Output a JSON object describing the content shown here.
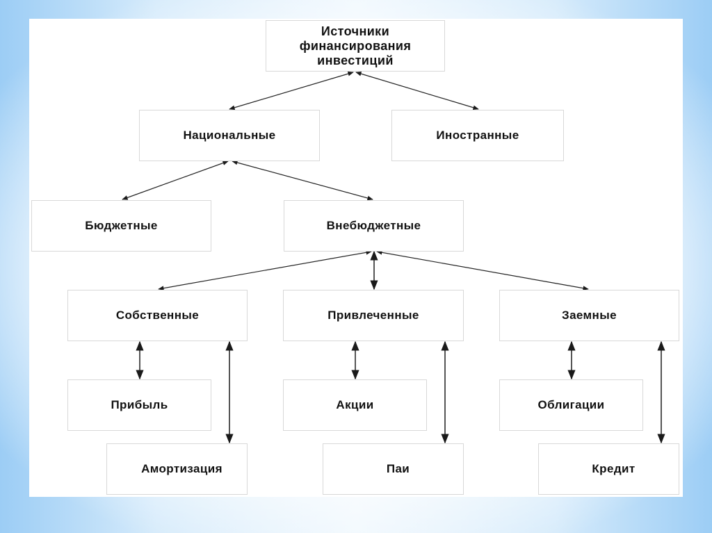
{
  "diagram": {
    "title": "Источники финансирования инвестиций",
    "nodes": {
      "root": {
        "lines": [
          "Источники",
          "финансирования",
          "инвестиций"
        ]
      },
      "national": "Национальные",
      "foreign": "Иностранные",
      "budget": "Бюджетные",
      "extrabudget": "Внебюджетные",
      "own": "Собственные",
      "attracted": "Привлеченные",
      "borrowed": "Заемные",
      "profit": "Прибыль",
      "depreciation": "Амортизация",
      "shares": "Акции",
      "units": "Паи",
      "bonds": "Облигации",
      "credit": "Кредит"
    },
    "edges": [
      {
        "from": "root",
        "to": "national",
        "type": "bidirectional"
      },
      {
        "from": "root",
        "to": "foreign",
        "type": "bidirectional"
      },
      {
        "from": "national",
        "to": "budget",
        "type": "bidirectional"
      },
      {
        "from": "national",
        "to": "extrabudget",
        "type": "bidirectional"
      },
      {
        "from": "extrabudget",
        "to": "own",
        "type": "bidirectional"
      },
      {
        "from": "extrabudget",
        "to": "attracted",
        "type": "bidirectional"
      },
      {
        "from": "extrabudget",
        "to": "borrowed",
        "type": "bidirectional"
      },
      {
        "from": "own",
        "to": "profit",
        "type": "bidirectional"
      },
      {
        "from": "own",
        "to": "depreciation",
        "type": "bidirectional"
      },
      {
        "from": "attracted",
        "to": "shares",
        "type": "bidirectional"
      },
      {
        "from": "attracted",
        "to": "units",
        "type": "bidirectional"
      },
      {
        "from": "borrowed",
        "to": "bonds",
        "type": "bidirectional"
      },
      {
        "from": "borrowed",
        "to": "credit",
        "type": "bidirectional"
      }
    ],
    "colors": {
      "background_edge": "#9ccdf5",
      "node_border": "#d8d8d8",
      "text": "#111111",
      "line": "#222222"
    }
  }
}
